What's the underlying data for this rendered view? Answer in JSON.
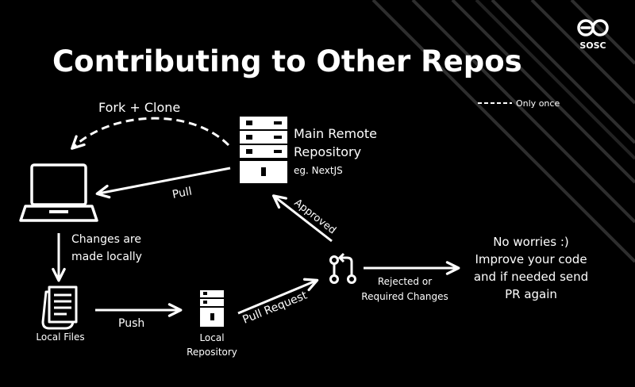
{
  "title": "Contributing to Other Repos",
  "brand": {
    "logo_icon": "sosc-logo-icon",
    "text": "SOSC"
  },
  "legend": {
    "label": "Only once"
  },
  "nodes": {
    "main_remote": {
      "line1": "Main Remote",
      "line2": "Repository",
      "example": "eg. NextJS"
    },
    "laptop": {
      "icon": "laptop-icon"
    },
    "local_files": {
      "label": "Local Files"
    },
    "local_repo": {
      "line1": "Local",
      "line2": "Repository"
    },
    "pr_icon": {
      "icon": "pull-request-icon"
    },
    "outcome": {
      "line1": "No worries :)",
      "line2": "Improve your code",
      "line3": "and if needed send",
      "line4": "PR again"
    }
  },
  "edges": {
    "fork_clone": "Fork + Clone",
    "pull": "Pull",
    "changes_line1": "Changes are",
    "changes_line2": "made locally",
    "push": "Push",
    "pull_request": "Pull Request",
    "approved": "Approved",
    "rejected_line1": "Rejected or",
    "rejected_line2": "Required Changes"
  },
  "colors": {
    "background": "#000000",
    "foreground": "#ffffff",
    "stripe": "#3a3a3a"
  }
}
